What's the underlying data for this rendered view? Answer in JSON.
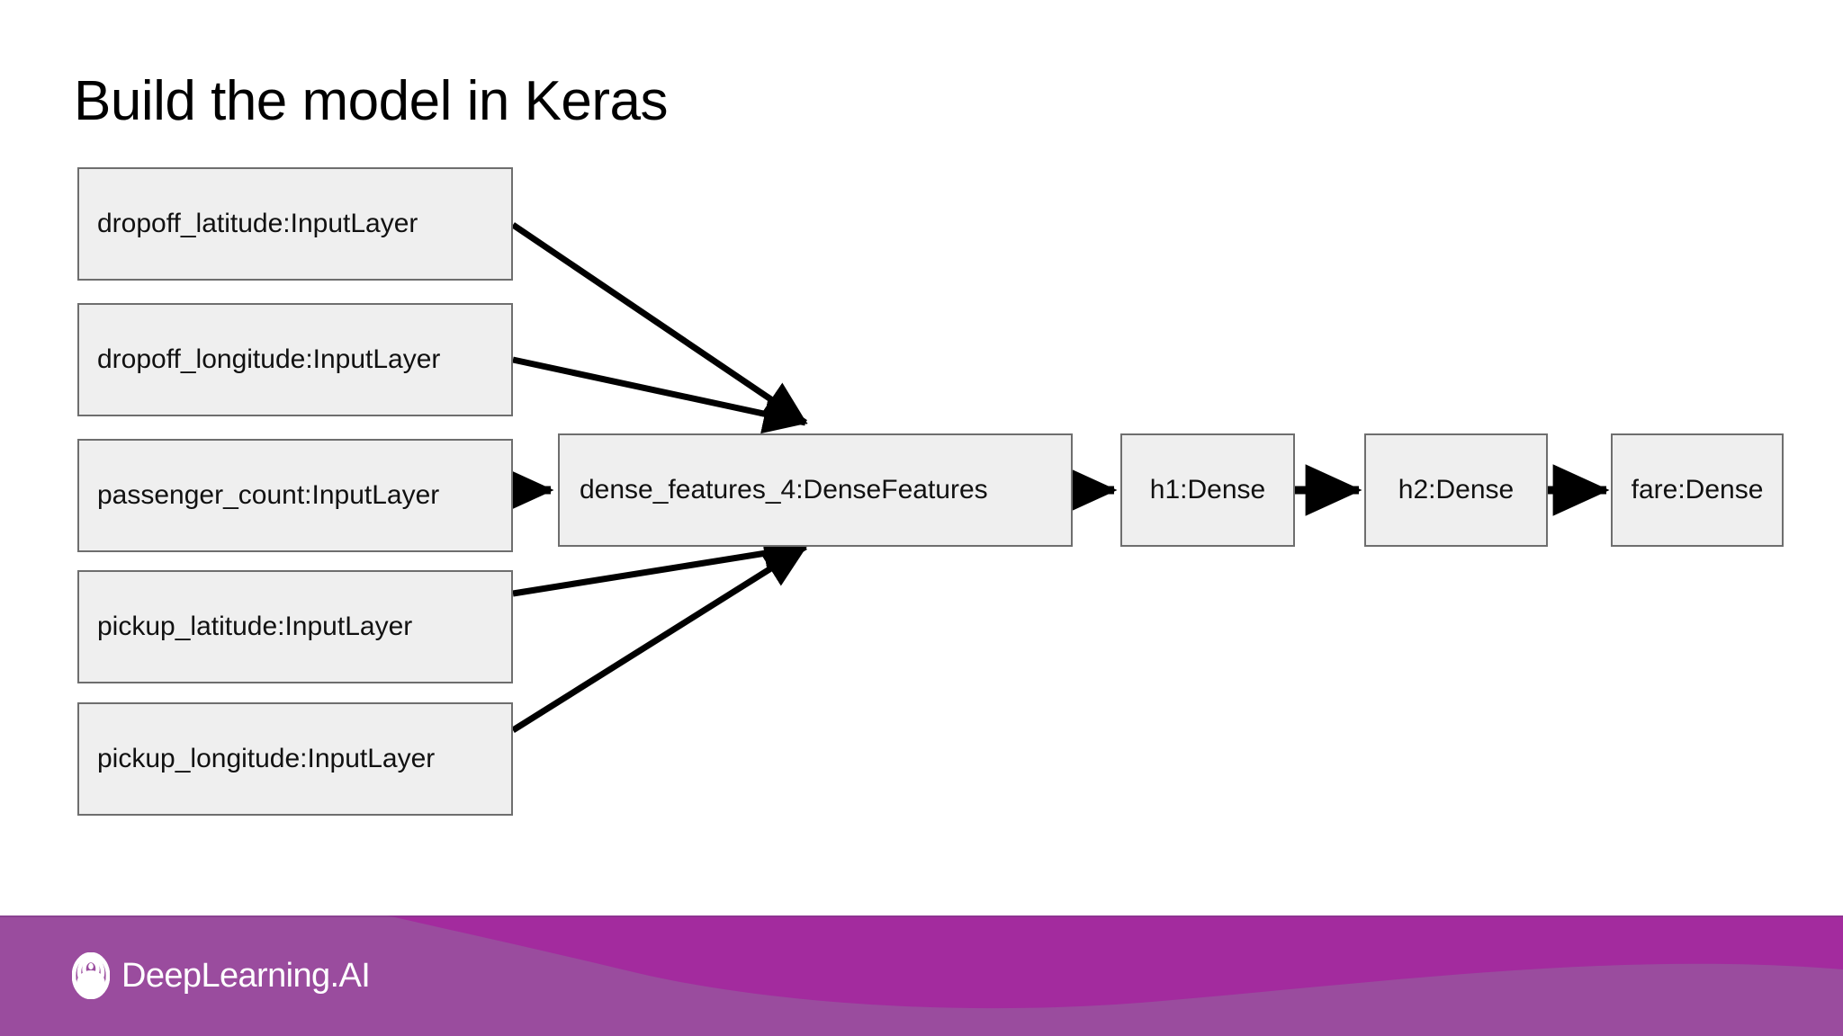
{
  "slide": {
    "title": "Build the model in Keras",
    "background_color": "#ffffff"
  },
  "diagram": {
    "type": "keras-model-graph",
    "node_fill": "#efefef",
    "node_border": "#6e6e6e",
    "edge_color": "#000000",
    "input_layers": [
      {
        "id": "dropoff_latitude",
        "label": "dropoff_latitude:InputLayer"
      },
      {
        "id": "dropoff_longitude",
        "label": "dropoff_longitude:InputLayer"
      },
      {
        "id": "passenger_count",
        "label": "passenger_count:InputLayer"
      },
      {
        "id": "pickup_latitude",
        "label": "pickup_latitude:InputLayer"
      },
      {
        "id": "pickup_longitude",
        "label": "pickup_longitude:InputLayer"
      }
    ],
    "feature_layer": {
      "id": "dense_features_4",
      "label": "dense_features_4:DenseFeatures"
    },
    "dense_layers": [
      {
        "id": "h1",
        "label": "h1:Dense"
      },
      {
        "id": "h2",
        "label": "h2:Dense"
      },
      {
        "id": "fare",
        "label": "fare:Dense"
      }
    ],
    "edges": [
      {
        "from": "dropoff_latitude",
        "to": "dense_features_4"
      },
      {
        "from": "dropoff_longitude",
        "to": "dense_features_4"
      },
      {
        "from": "passenger_count",
        "to": "dense_features_4"
      },
      {
        "from": "pickup_latitude",
        "to": "dense_features_4"
      },
      {
        "from": "pickup_longitude",
        "to": "dense_features_4"
      },
      {
        "from": "dense_features_4",
        "to": "h1"
      },
      {
        "from": "h1",
        "to": "h2"
      },
      {
        "from": "h2",
        "to": "fare"
      }
    ]
  },
  "footer": {
    "brand_name": "DeepLearning.AI",
    "brand_mark": "deeplearning-spiral-logo",
    "base_color": "#9a4c9e",
    "wave_color": "#a4289e",
    "text_color": "#ffffff"
  }
}
